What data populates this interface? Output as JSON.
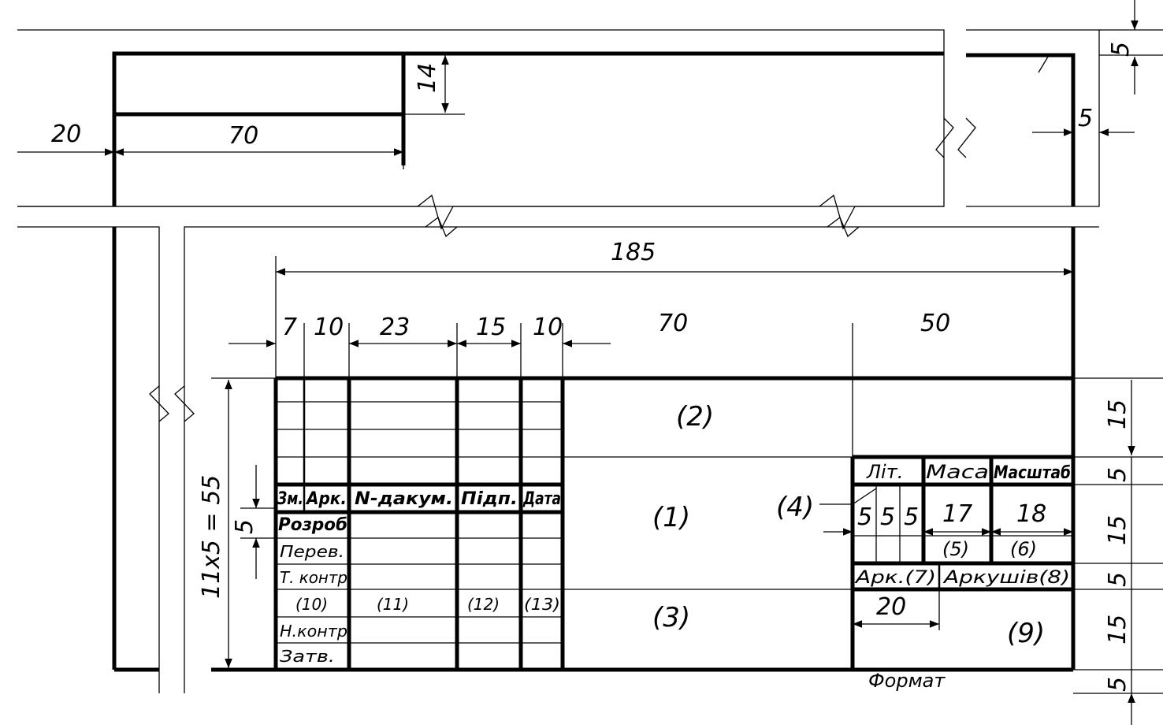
{
  "dimensions": {
    "left_margin": "20",
    "top_width": "70",
    "top_height": "14",
    "total_width": "185",
    "col_zm": "7",
    "col_ark": "10",
    "col_doc": "23",
    "col_pidp": "15",
    "col_data": "10",
    "col_mid": "70",
    "col_right": "50",
    "side_height": "11x5 = 55",
    "small_5": "5",
    "right_5_top": "5",
    "right_5_mid": "5",
    "r_15a": "15",
    "r_5a": "5",
    "r_15b": "15",
    "r_5b": "5",
    "r_15c": "15",
    "r_5c": "5",
    "sub_20": "20"
  },
  "table_headers": {
    "zm": "Зм.",
    "ark": "Арк.",
    "doc": "N-дакум.",
    "pidp": "Підп.",
    "data": "Дата"
  },
  "rows": {
    "rozrob": "Розроб",
    "perev": "Перев.",
    "tkontr": "Т. контр",
    "f10": "(10)",
    "f11": "(11)",
    "f12": "(12)",
    "f13": "(13)",
    "nkontr": "Н.контр",
    "zatv": "Затв."
  },
  "fields": {
    "f1": "(1)",
    "f2": "(2)",
    "f3": "(3)",
    "f4": "(4)",
    "f5": "(5)",
    "f6": "(6)",
    "f9": "(9)"
  },
  "right_block": {
    "lit": "Літ.",
    "masa": "Маса",
    "masshtab": "Масштаб",
    "five_a": "5",
    "five_b": "5",
    "five_c": "5",
    "seventeen": "17",
    "eighteen": "18",
    "ark7": "Арк.(7)",
    "arkushiv8": "Аркушів(8)"
  },
  "format_label": "Формат"
}
